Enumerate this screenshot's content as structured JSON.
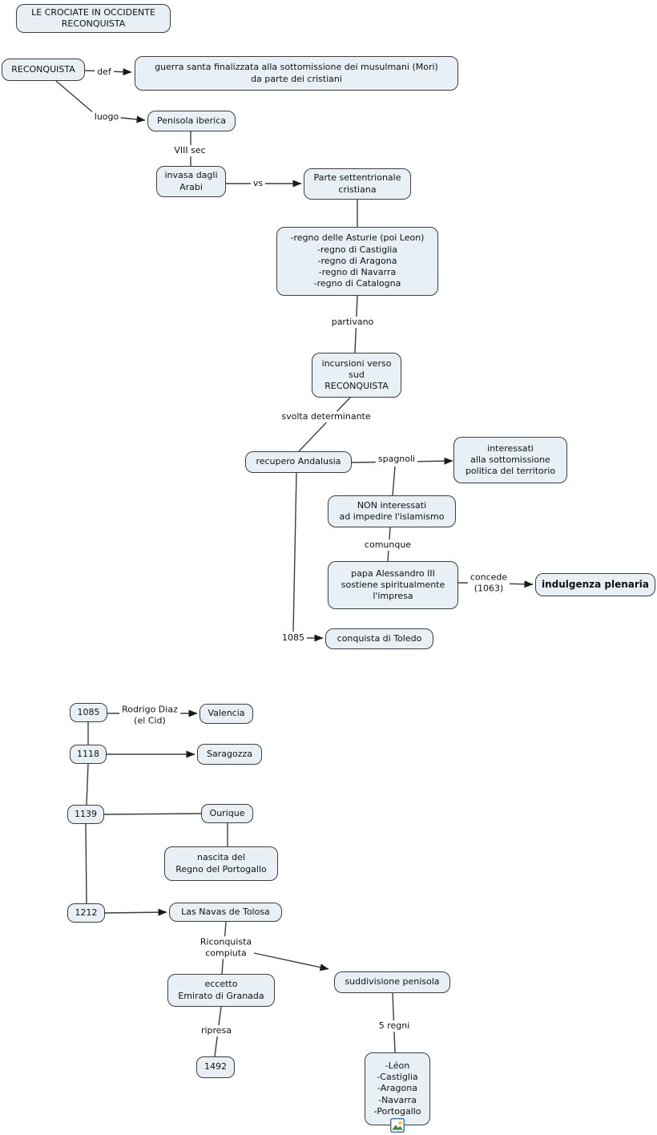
{
  "diagram": {
    "colors": {
      "node_fill": "#e8f0f5",
      "node_border": "#3d3d3d",
      "line": "#3d3d3d",
      "text": "#111111",
      "icon_border": "#3a6ea5",
      "icon_sun": "#f0c419",
      "icon_mountain": "#3d8f3d"
    },
    "nodes": {
      "title": "LE CROCIATE IN OCCIDENTE\nRECONQUISTA",
      "reconquista": "RECONQUISTA",
      "definizione": "guerra santa finalizzata alla sottomissione dei musulmani (Mori)\nda parte dei cristiani",
      "penisola_iberica": "Penisola iberica",
      "invasa_arabi": "invasa dagli\nArabi",
      "parte_settentrionale": "Parte settentrionale\ncristiana",
      "regni_nord": "-regno delle Asturie (poi Leon)\n-regno di Castiglia\n-regno di Aragona\n-regno di Navarra\n-regno di Catalogna",
      "incursioni": "incursioni verso\nsud\nRECONQUISTA",
      "recupero_andalusia": "recupero Andalusia",
      "interessati": "interessati\nalla sottomissione\npolitica del territorio",
      "non_interessati": "NON interessati\nad impedire l'islamismo",
      "papa": "papa Alessandro III\nsostiene spiritualmente\nl'impresa",
      "indulgenza": "indulgenza plenaria",
      "toledo": "conquista di Toledo",
      "anno_1085": "1085",
      "valencia": "Valencia",
      "anno_1118": "1118",
      "saragozza": "Saragozza",
      "anno_1139": "1139",
      "ourique": "Ourique",
      "portogallo": "nascita del\nRegno del Portogallo",
      "anno_1212": "1212",
      "las_navas": "Las Navas de Tolosa",
      "eccetto_granada": "eccetto\nEmirato di Granada",
      "suddivisione": "suddivisione penisola",
      "anno_1492": "1492",
      "cinque_regni": "-Léon\n-Castiglia\n-Aragona\n-Navarra\n-Portogallo"
    },
    "labels": {
      "def": "def",
      "luogo": "luogo",
      "viii_sec": "VIII sec",
      "vs": "vs",
      "partivano": "partivano",
      "svolta": "svolta determinante",
      "spagnoli": "spagnoli",
      "comunque": "comunque",
      "concede": "concede\n(1063)",
      "anno_1085_toledo": "1085",
      "rodrigo": "Rodrigo Diaz\n(el Cid)",
      "riconquista_compiuta": "Riconquista\ncompiuta",
      "ripresa": "ripresa",
      "cinque_regni_lbl": "5 regni"
    }
  }
}
